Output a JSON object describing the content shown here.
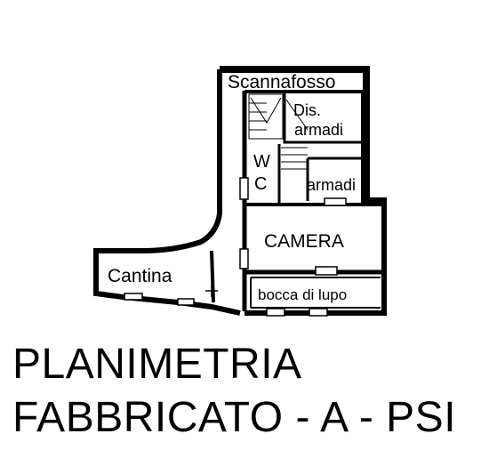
{
  "floorplan": {
    "rooms": {
      "scannafosso": "Scannafosso",
      "dis": "Dis.",
      "armadi_top": "armadi",
      "wc_w": "W",
      "wc_c": "C",
      "armadi_mid": "armadi",
      "camera": "CAMERA",
      "cantina": "Cantina",
      "bocca": "bocca di lupo"
    },
    "title_line1": "PLANIMETRIA",
    "title_line2": "FABBRICATO - A - PSI",
    "colors": {
      "wall": "#000000",
      "background": "#ffffff"
    }
  }
}
